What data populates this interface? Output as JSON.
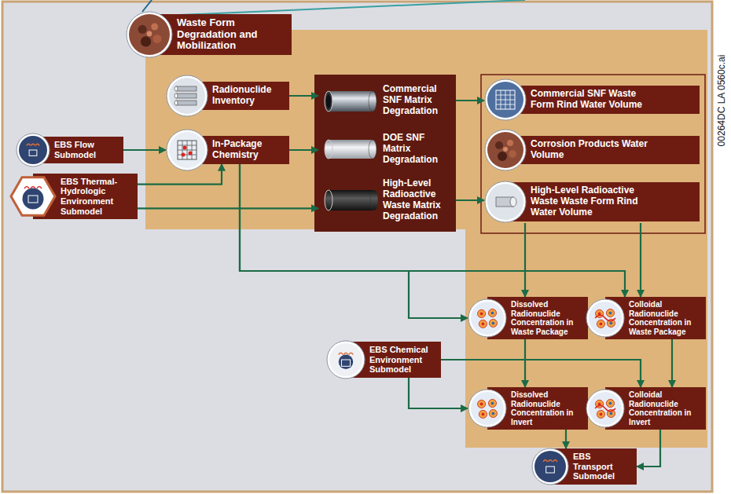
{
  "diagram": {
    "nodes": [
      {
        "text": [
          "Waste Form Degradation and Mobilization"
        ]
      },
      {
        "text": [
          "Radionuclide Inventory"
        ]
      },
      {
        "text": [
          "EBS Flow Submodel"
        ]
      },
      {
        "text": [
          "In-Package Chemistry"
        ]
      },
      {
        "text": [
          "EBS Thermal-Hydrologic Environment Submodel"
        ]
      },
      {
        "text": [
          "Commercial SNF Matrix Degradation"
        ]
      },
      {
        "text": [
          "DOE SNF Matrix Degradation"
        ]
      },
      {
        "text": [
          "High-Level Radioactive Waste Matrix Degradation"
        ]
      },
      {
        "text": [
          "Commercial SNF Waste Form Rind Water Volume"
        ]
      },
      {
        "text": [
          "Corrosion Products Water Volume"
        ]
      },
      {
        "text": [
          "High-Level Radioactive Waste Waste Form Rind Water Volume"
        ]
      },
      {
        "text": [
          "EBS Chemical Environment Submodel"
        ]
      },
      {
        "text": [
          "Dissolved Radionuclide Concentration in Waste Package"
        ]
      },
      {
        "text": [
          "Colloidal Radionuclide Concentration in Waste Package"
        ]
      },
      {
        "text": [
          "Dissolved Radionuclide Concentration in Invert"
        ]
      },
      {
        "text": [
          "Colloidal Radionuclide Concentration in Invert"
        ]
      },
      {
        "text": [
          "EBS Transport Submodel"
        ]
      }
    ],
    "edges": [
      {
        "from": 1,
        "to": 5,
        "arrow": "to"
      },
      {
        "from": 2,
        "to": 3,
        "arrow": "to"
      },
      {
        "from": 3,
        "to": 6,
        "arrow": "to"
      },
      {
        "from": 4,
        "to": 3,
        "arrow": "to"
      },
      {
        "from": 4,
        "to": 7,
        "arrow": "to"
      },
      {
        "from": 5,
        "to": 8,
        "arrow": "to"
      },
      {
        "from": 7,
        "to": 10,
        "arrow": "to"
      },
      {
        "from": 3,
        "to": 12,
        "arrow": "to"
      },
      {
        "from": 3,
        "to": 13,
        "arrow": "to"
      },
      {
        "from": 10,
        "to": 12,
        "arrow": "to"
      },
      {
        "from": 10,
        "to": 13,
        "arrow": "to"
      },
      {
        "from": 11,
        "to": 14,
        "arrow": "to"
      },
      {
        "from": 11,
        "to": 15,
        "arrow": "to"
      },
      {
        "from": 12,
        "to": 14,
        "arrow": "to"
      },
      {
        "from": 13,
        "to": 15,
        "arrow": "to"
      },
      {
        "from": 14,
        "to": 16,
        "arrow": "to"
      },
      {
        "from": 15,
        "to": 16,
        "arrow": "to"
      }
    ],
    "labels": [
      "00264DC LA 0560c.ai"
    ]
  }
}
